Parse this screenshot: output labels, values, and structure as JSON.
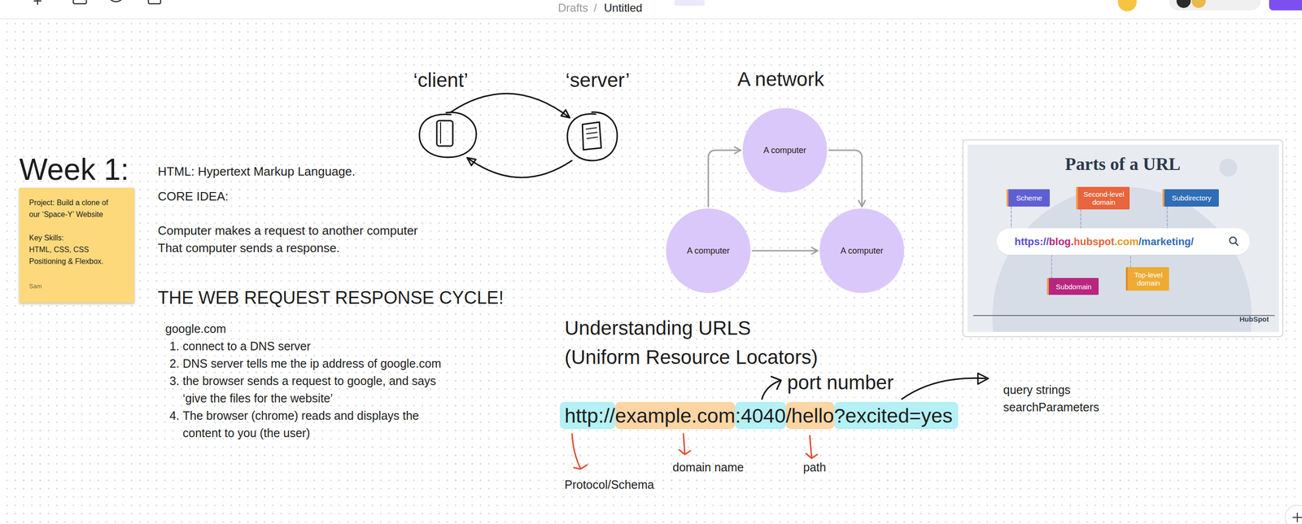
{
  "diagram": {
    "title": "Week 1:",
    "nodes": [
      {
        "text": [
          "Project: Build a clone of our ‘Space-Y’ Website",
          "Key Skills:",
          "HTML, CSS, CSS Positioning & Flexbox.",
          "Sam"
        ]
      },
      {
        "text": [
          "‘client’"
        ]
      },
      {
        "text": [
          "‘server’"
        ]
      },
      {
        "text": [
          "A computer"
        ]
      },
      {
        "text": [
          "A computer"
        ]
      },
      {
        "text": [
          "A computer"
        ]
      },
      {
        "text": [
          "Parts of a URL",
          "HubSpot"
        ]
      },
      {
        "text": [
          "Scheme"
        ],
        "in": 6
      },
      {
        "text": [
          "Second-level domain"
        ],
        "in": 6
      },
      {
        "text": [
          "Subdirectory"
        ],
        "in": 6
      },
      {
        "text": [
          "https://",
          "blog.",
          "hubspot",
          ".com",
          "/marketing/"
        ],
        "in": 6
      },
      {
        "text": [
          "Subdomain"
        ],
        "in": 6
      },
      {
        "text": [
          "Top-level domain"
        ],
        "in": 6
      }
    ],
    "edges": [
      {
        "from": 1,
        "to": 2,
        "arrow": "to"
      },
      {
        "from": 2,
        "to": 1,
        "arrow": "to"
      },
      {
        "from": 4,
        "to": 3,
        "arrow": "to"
      },
      {
        "from": 3,
        "to": 5,
        "arrow": "to"
      },
      {
        "from": 4,
        "to": 5,
        "arrow": "to"
      },
      {
        "from": 7,
        "to": 10,
        "arrow": "none"
      },
      {
        "from": 8,
        "to": 10,
        "arrow": "none"
      },
      {
        "from": 9,
        "to": 10,
        "arrow": "none"
      },
      {
        "from": 11,
        "to": 10,
        "arrow": "none"
      },
      {
        "from": 12,
        "to": 10,
        "arrow": "none"
      }
    ],
    "labels": [
      "Drafts",
      "/",
      "Untitled",
      "HTML: Hypertext Markup Language.",
      "CORE IDEA:",
      "Computer makes a request to another computer",
      "That computer sends a response.",
      "THE WEB REQUEST RESPONSE CYCLE!",
      "google.com",
      "1.",
      "connect to a DNS server",
      "2.",
      "DNS server tells me the ip address of google.com",
      "3.",
      "the browser sends a request to google, and says ‘give the files for the website’",
      "4.",
      "The browser (chrome) reads and displays the content to you (the user)",
      "A network",
      "Understanding URLS",
      "(Uniform Resource Locators)",
      "port number",
      "http://",
      "example.com",
      ":4040",
      "/hello",
      "?excited=yes",
      "query strings",
      "searchParameters",
      "Protocol/Schema",
      "domain name",
      "path"
    ]
  }
}
